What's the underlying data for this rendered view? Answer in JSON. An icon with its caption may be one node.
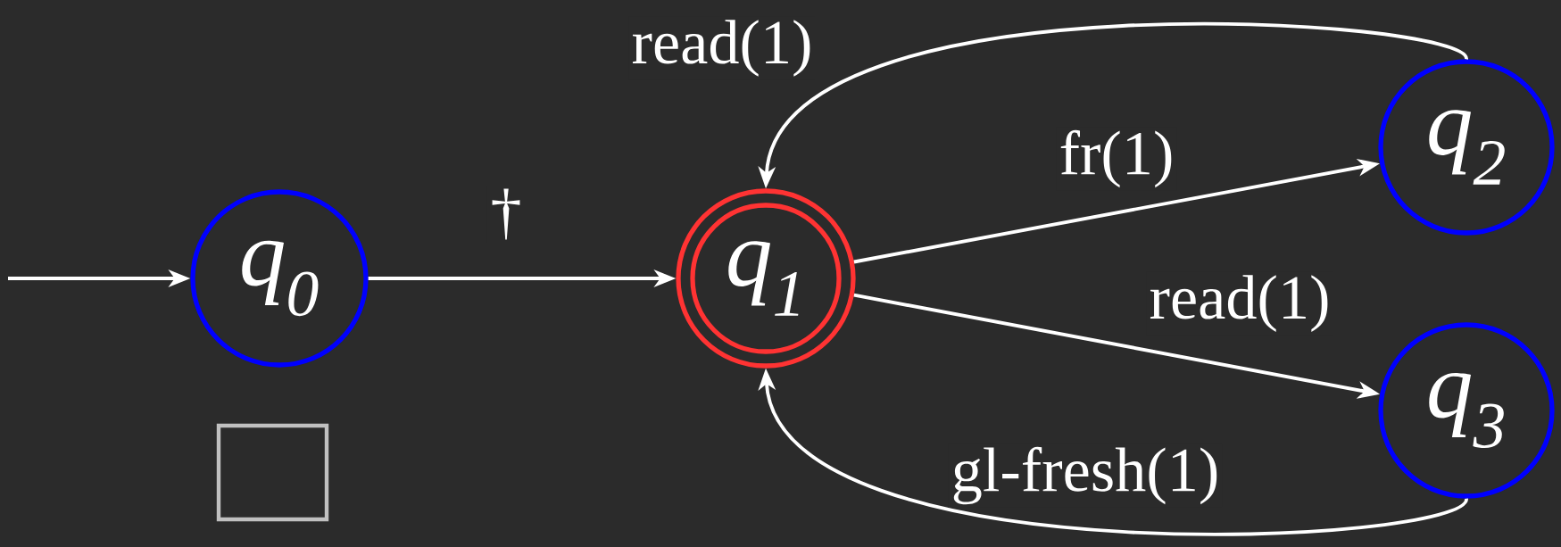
{
  "diagram": {
    "nodes": [
      {
        "text": [
          "q$_{0}$"
        ]
      },
      {
        "text": [
          "q$_{1}$"
        ]
      },
      {
        "text": [
          "q$_{2}$"
        ]
      },
      {
        "text": [
          "q$_{3}$"
        ]
      },
      {
        "text": [],
        "shape": "box"
      }
    ],
    "edges": [
      {
        "from": null,
        "to": 0,
        "arrow": "to"
      },
      {
        "from": 0,
        "to": 1,
        "arrow": "to",
        "label": "†"
      },
      {
        "from": 2,
        "to": 1,
        "arrow": "to",
        "label": "read(1)"
      },
      {
        "from": 1,
        "to": 2,
        "arrow": "to",
        "label": "fr(1)"
      },
      {
        "from": 1,
        "to": 3,
        "arrow": "to",
        "label": "read(1)"
      },
      {
        "from": 3,
        "to": 1,
        "arrow": "to",
        "label": "gl-fresh(1)"
      }
    ]
  }
}
